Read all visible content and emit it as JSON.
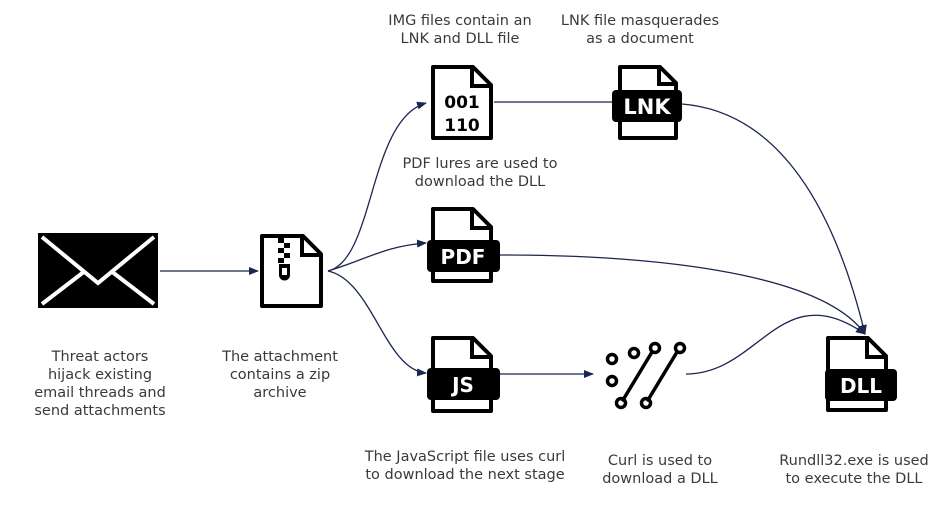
{
  "colors": {
    "arrow": "#1b2651",
    "icon": "#000000",
    "text": "#3a3a3a",
    "background": "#ffffff"
  },
  "nodes": {
    "email": {
      "icon": "envelope-icon",
      "caption": [
        "Threat actors",
        "hijack existing",
        "email threads and",
        "send attachments"
      ]
    },
    "zip": {
      "icon": "zip-file-icon",
      "caption": [
        "The attachment",
        "contains a zip",
        "archive"
      ]
    },
    "img": {
      "icon": "binary-file-icon",
      "icon_text": [
        "001",
        "110"
      ],
      "caption": [
        "IMG files contain an",
        "LNK and DLL file"
      ]
    },
    "lnk": {
      "icon": "lnk-file-icon",
      "icon_text": "LNK",
      "caption": [
        "LNK file masquerades",
        "as a document"
      ]
    },
    "pdf": {
      "icon": "pdf-file-icon",
      "icon_text": "PDF",
      "caption": [
        "PDF lures are used to",
        "download the DLL"
      ]
    },
    "js": {
      "icon": "js-file-icon",
      "icon_text": "JS",
      "caption": [
        "The JavaScript file uses curl",
        "to download the next stage"
      ]
    },
    "curl": {
      "icon": "curl-icon",
      "caption": [
        "Curl is used to",
        "download a DLL"
      ]
    },
    "dll": {
      "icon": "dll-file-icon",
      "icon_text": "DLL",
      "caption": [
        "Rundll32.exe is used",
        "to execute the DLL"
      ]
    }
  }
}
